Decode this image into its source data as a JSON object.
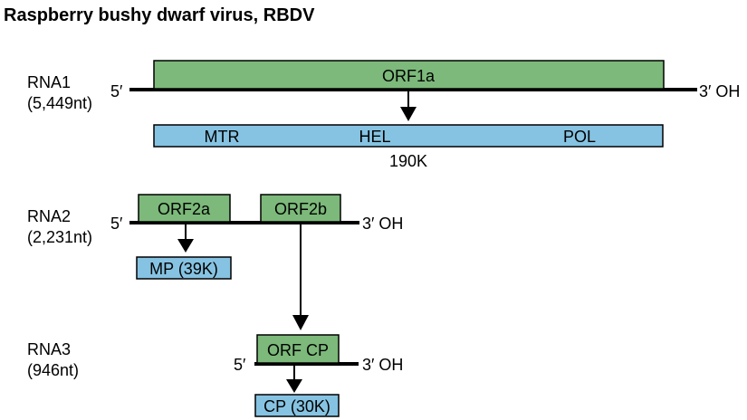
{
  "title": "Raspberry bushy dwarf virus, RBDV",
  "rna1": {
    "name": "RNA1",
    "length": "(5,449nt)",
    "five_prime": "5′",
    "three_prime": "3′ OH",
    "orf": "ORF1a",
    "product_domains": [
      "MTR",
      "HEL",
      "POL"
    ],
    "product": "190K"
  },
  "rna2": {
    "name": "RNA2",
    "length": "(2,231nt)",
    "five_prime": "5′",
    "three_prime": "3′ OH",
    "orf_a": "ORF2a",
    "orf_b": "ORF2b",
    "product": "MP (39K)"
  },
  "rna3": {
    "name": "RNA3",
    "length": "(946nt)",
    "five_prime": "5′",
    "three_prime": "3′ OH",
    "orf": "ORF CP",
    "product": "CP (30K)"
  },
  "colors": {
    "orf_box": "#7cb97a",
    "product_box": "#86c3e2"
  }
}
